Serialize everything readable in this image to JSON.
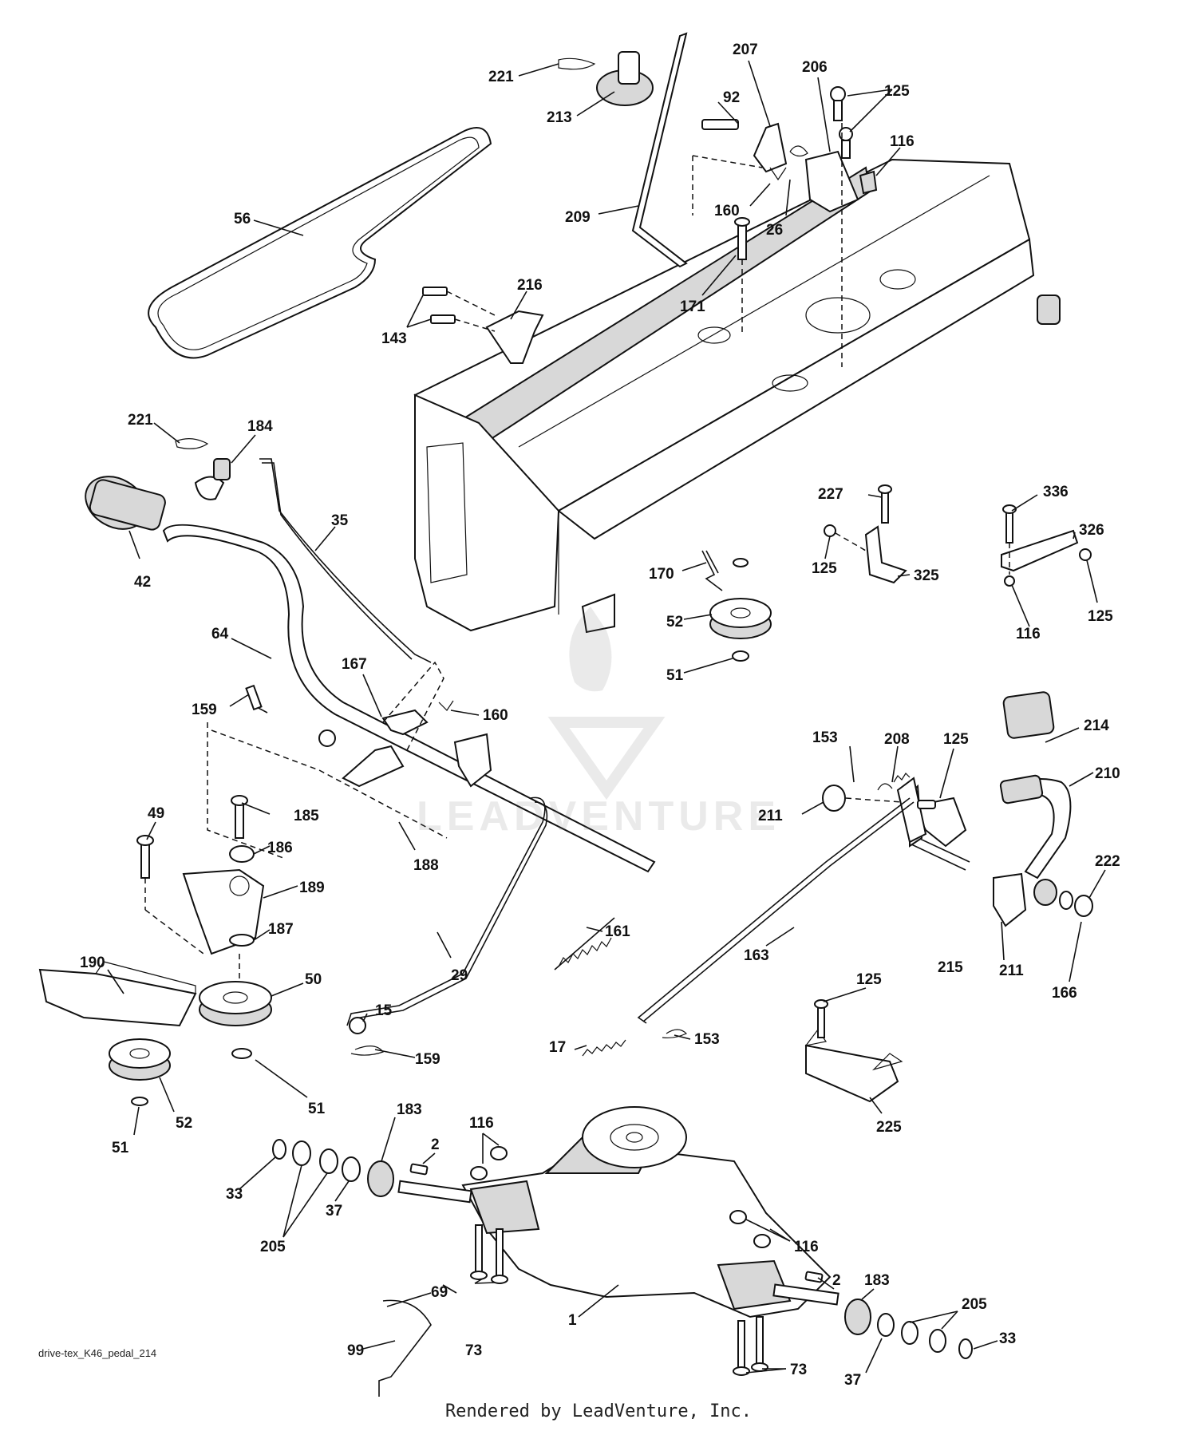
{
  "footer": {
    "text": "Rendered by LeadVenture, Inc."
  },
  "filename": {
    "text": "drive-tex_K46_pedal_214"
  },
  "watermark": {
    "text": "LEADVENTURE"
  },
  "callouts": [
    "221",
    "213",
    "207",
    "92",
    "206",
    "125",
    "116",
    "160",
    "26",
    "56",
    "209",
    "171",
    "216",
    "143",
    "221",
    "184",
    "35",
    "42",
    "64",
    "167",
    "160",
    "159",
    "227",
    "336",
    "326",
    "125",
    "325",
    "125",
    "170",
    "116",
    "52",
    "51",
    "153",
    "208",
    "125",
    "214",
    "211",
    "210",
    "185",
    "186",
    "49",
    "189",
    "188",
    "161",
    "187",
    "190",
    "50",
    "29",
    "15",
    "159",
    "17",
    "153",
    "163",
    "215",
    "211",
    "166",
    "222",
    "125",
    "225",
    "51",
    "52",
    "51",
    "183",
    "116",
    "2",
    "33",
    "37",
    "205",
    "116",
    "2",
    "183",
    "205",
    "69",
    "99",
    "73",
    "1",
    "33",
    "37",
    "73"
  ]
}
